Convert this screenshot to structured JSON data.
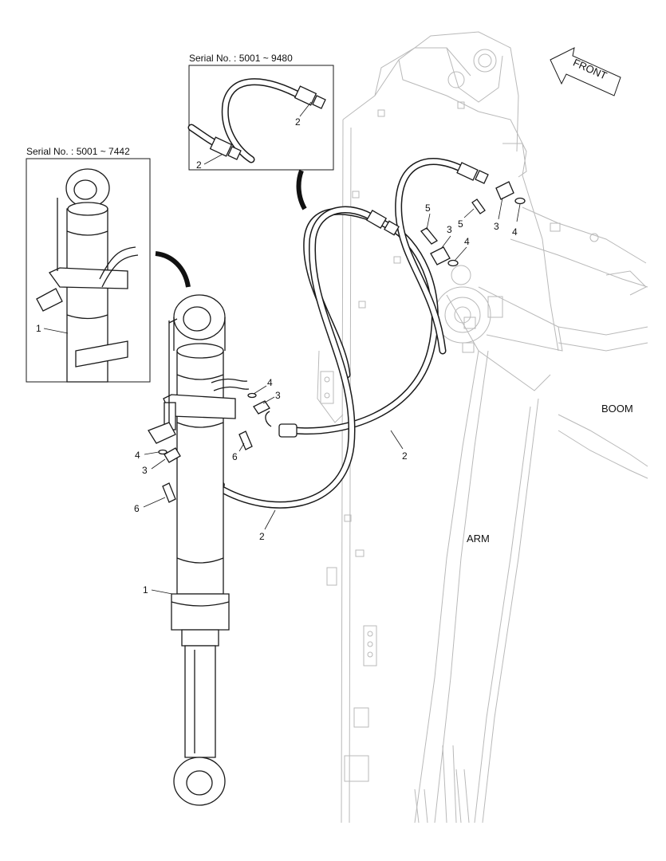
{
  "insets": {
    "serial_left": "Serial No. : 5001 ~ 7442",
    "serial_top": "Serial No. : 5001 ~ 9480"
  },
  "labels": {
    "front": "FRONT",
    "boom": "BOOM",
    "arm": "ARM"
  },
  "callouts": {
    "cylinder_main": "1",
    "cylinder_inset": "1",
    "hose_lower": "2",
    "hose_long": "2",
    "hose_inset_a": "2",
    "hose_inset_b": "2",
    "clamp_left": "3",
    "clamp_mid": "3",
    "clamp_boom_a": "3",
    "clamp_boom_b": "3",
    "oring_left": "4",
    "oring_mid": "4",
    "oring_boom_a": "4",
    "oring_boom_b": "4",
    "bolt_boom_a": "5",
    "bolt_boom_b": "5",
    "bolt_left": "6",
    "bolt_mid": "6"
  }
}
